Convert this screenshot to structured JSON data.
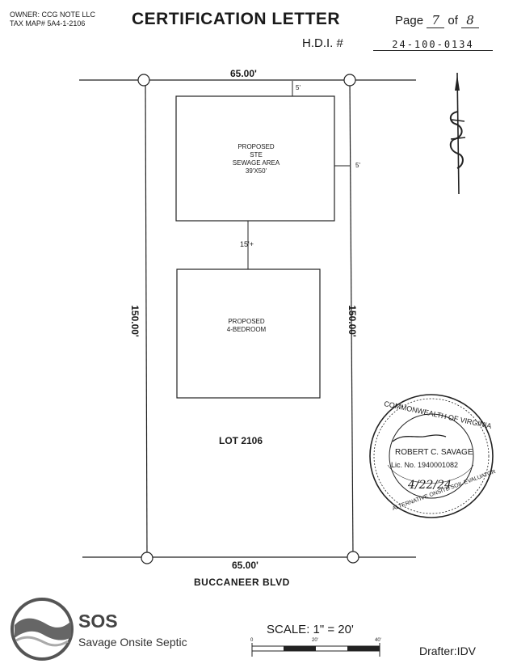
{
  "header": {
    "owner": "OWNER: CCG NOTE LLC",
    "tax_map": "TAX MAP# 5A4-1-2106",
    "title": "CERTIFICATION LETTER",
    "page_label": "Page",
    "page_num": "7",
    "of_label": "of",
    "page_total": "8",
    "hdi_label": "H.D.I. #",
    "hdi_number": "24-100-0134"
  },
  "plat": {
    "top_dim": "65.00'",
    "bottom_dim": "65.00'",
    "left_dim": "150.00'",
    "right_dim": "150.00'",
    "setback_top": "5'",
    "setback_right": "5'",
    "separation": "15'+",
    "sewage_label": [
      "PROPOSED",
      "STE",
      "SEWAGE AREA",
      "39'X50'"
    ],
    "house_label": [
      "PROPOSED",
      "4-BEDROOM"
    ],
    "lot_label": "LOT 2106",
    "road_label": "BUCCANEER BLVD"
  },
  "seal": {
    "ring_top": "COMMONWEALTH OF VIRGINIA",
    "ring_bottom": "ALTERNATIVE ONSITE SOIL EVALUATOR",
    "name": "ROBERT C. SAVAGE",
    "license": "Lic. No. 1940001082",
    "date": "4/22/24"
  },
  "footer": {
    "company_abbr": "SOS",
    "company_name": "Savage Onsite Septic",
    "scale_text": "SCALE: 1\" = 20'",
    "scale_ticks": [
      "0",
      "20'",
      "40'"
    ],
    "drafter": "Drafter:IDV"
  },
  "icons": {
    "north_arrow": "north-arrow-icon",
    "logo": "sos-wave-logo-icon",
    "corner_marker": "survey-pin-icon"
  }
}
